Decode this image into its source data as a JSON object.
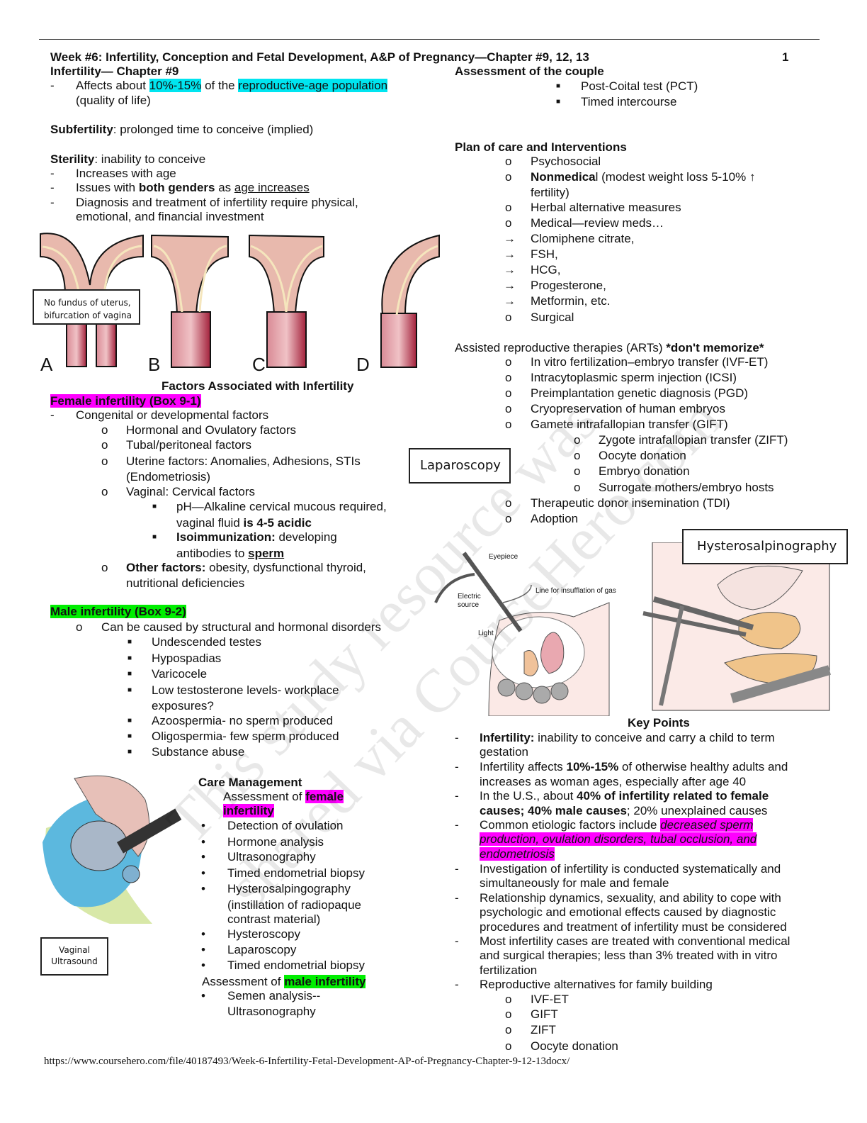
{
  "header": {
    "title": "Week #6: Infertility, Conception and Fetal Development, A&P of Pregnancy—Chapter #9, 12, 13",
    "page_number": "1"
  },
  "left": {
    "heading": "Infertility— Chapter #9",
    "affects": {
      "dash": "-",
      "pre": "Affects about ",
      "hl1": "10%-15%",
      "mid": " of the ",
      "hl2": "reproductive-age population",
      "cont": "(quality of life)"
    },
    "subfertility": {
      "term": "Subfertility",
      "def": ": prolonged time to conceive (implied)"
    },
    "sterility": {
      "term": "Sterility",
      "def": ": inability to conceive",
      "item1": "Increases with age",
      "item2": {
        "pre": "Issues with ",
        "bold": "both genders",
        "mid": " as ",
        "under": "age increases"
      },
      "item3a": "Diagnosis and treatment of infertility require physical,",
      "item3b": "emotional, and financial investment"
    },
    "figure": {
      "note_line1": "No fundus of uterus,",
      "note_line2": "bifurcation of vagina",
      "labels": [
        "A",
        "B",
        "C",
        "D"
      ],
      "caption": "Factors Associated with Infertility"
    },
    "female": {
      "heading": "Female infertility (Box 9-1)",
      "congenital": "Congenital or developmental factors",
      "o1": "Hormonal and Ovulatory factors",
      "o2": "Tubal/peritoneal factors",
      "o3a": "Uterine factors: Anomalies, Adhesions, STIs",
      "o3b": "(Endometriosis)",
      "o4": "Vaginal: Cervical factors",
      "ph_a": "pH—Alkaline cervical mucous required,",
      "ph_b_pre": "vaginal fluid ",
      "ph_b_bold": "is 4-5 acidic",
      "iso_bold": "Isoimmunization:",
      "iso_rest": " developing",
      "iso_b_pre": "antibodies to ",
      "iso_b_bold": "sperm",
      "other_bold": "Other factors:",
      "other_rest": " obesity, dysfunctional thyroid,",
      "other_b": "nutritional deficiencies"
    },
    "male": {
      "heading": "Male infertility (Box 9-2)",
      "o1": "Can be caused by structural and hormonal disorders",
      "items": [
        "Undescended testes",
        "Hypospadias",
        "Varicocele",
        "Low testosterone levels- workplace",
        "exposures?",
        "Azoospermia- no sperm produced",
        "Oligospermia- few sperm produced",
        "Substance abuse"
      ]
    },
    "vaginal_label1": "Vaginal",
    "vaginal_label2": "Ultrasound",
    "care": {
      "heading": "Care Management",
      "fem_pre": "Assessment of ",
      "fem_hl1": "female",
      "fem_hl2": "infertility",
      "items": [
        "Detection of ovulation",
        "Hormone analysis",
        "Ultrasonography",
        "Timed endometrial biopsy",
        "Hysterosalpingography",
        "(instillation of radiopaque",
        "contrast material)",
        "Hysteroscopy",
        "Laparoscopy",
        "Timed endometrial biopsy"
      ],
      "male_pre": "Assessment of ",
      "male_hl": "male infertility",
      "male_items": [
        "Semen analysis--",
        "Ultrasonography"
      ]
    }
  },
  "right": {
    "couple": {
      "heading": "Assessment of the couple",
      "items": [
        "Post-Coital test (PCT)",
        "Timed intercourse"
      ]
    },
    "plan": {
      "heading": "Plan of care and Interventions",
      "psych": "Psychosocial",
      "nonmed_bold": "Nonmedica",
      "nonmed_rest": "l (modest weight loss 5-10% ↑",
      "nonmed_b": "fertility)",
      "herbal": "Herbal alternative measures",
      "medical": "Medical—review meds…",
      "meds": [
        "Clomiphene citrate,",
        "FSH,",
        "HCG,",
        "Progesterone,",
        "Metformin, etc."
      ],
      "surgical": "Surgical"
    },
    "art": {
      "pre": "Assisted reproductive therapies (ARTs) ",
      "bold": "*don't memorize*",
      "items": [
        "In vitro fertilization–embryo transfer (IVF-ET)",
        "Intracytoplasmic sperm injection (ICSI)",
        "Preimplantation genetic diagnosis (PGD)",
        "Cryopreservation of human embryos",
        "Gamete intrafallopian transfer (GIFT)"
      ],
      "sub": [
        "Zygote intrafallopian transfer (ZIFT)",
        "Oocyte donation",
        "Embryo donation",
        "Surrogate mothers/embryo hosts"
      ],
      "after": [
        "Therapeutic donor insemination (TDI)",
        "Adoption"
      ]
    },
    "laparoscopy_label": "Laparoscopy",
    "lap_fig": {
      "eyepiece": "Eyepiece",
      "gas": "Line for insufflation of gas",
      "electric1": "Electric",
      "electric2": "source",
      "light": "Light"
    },
    "hsg_label": "Hysterosalpinography",
    "key": {
      "heading": "Key Points",
      "k1_bold": "Infertility:",
      "k1_rest": " inability to conceive and carry a child to term",
      "k1_b": "gestation",
      "k2_pre": "Infertility affects ",
      "k2_bold": "10%-15%",
      "k2_rest": " of otherwise healthy adults and",
      "k2_b": "increases as woman ages, especially after age 40",
      "k3_pre": "In the U.S., about ",
      "k3_bold": "40% of infertility related to female",
      "k3_b_bold": "causes; 40% male causes",
      "k3_b_rest": "; 20% unexplained causes",
      "k4_pre": "Common etiologic factors include ",
      "k4_hl1": "decreased sperm",
      "k4_hl2": "production, ovulation disorders, tubal occlusion, and",
      "k4_hl3": "endometriosis",
      "k5a": "Investigation of infertility is conducted systematically and",
      "k5b": "simultaneously for male and female",
      "k6a": "Relationship dynamics, sexuality, and ability to cope with",
      "k6b": "psychologic and emotional effects caused by diagnostic",
      "k6c": "procedures and treatment of infertility must be considered",
      "k7a": "Most infertility cases are treated with conventional medical",
      "k7b": "and surgical therapies; less than 3% treated with in vitro",
      "k7c": "fertilization",
      "k8": "Reproductive alternatives for family building",
      "alts": [
        "IVF-ET",
        "GIFT",
        "ZIFT",
        "Oocyte donation"
      ]
    }
  },
  "watermark": {
    "line1": "This study resource was",
    "line2": "shared via CourseHero.com"
  },
  "footer": {
    "url": "https://www.coursehero.com/file/40187493/Week-6-Infertility-Fetal-Development-AP-of-Pregnancy-Chapter-9-12-13docx/"
  }
}
